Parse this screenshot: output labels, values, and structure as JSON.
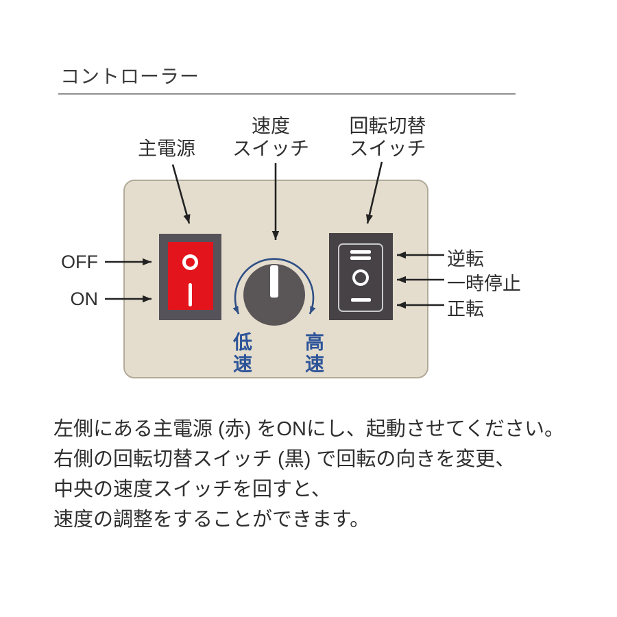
{
  "title": "コントローラー",
  "diagram": {
    "callouts": {
      "main_power": "主電源",
      "speed": {
        "line1": "速度",
        "line2": "スイッチ"
      },
      "rotation": {
        "line1": "回転切替",
        "line2": "スイッチ"
      }
    },
    "power_switch": {
      "off": "OFF",
      "on": "ON"
    },
    "speed_knob": {
      "low": "低速",
      "high": "高速"
    },
    "rotation_switch": {
      "reverse": "逆転",
      "pause": "一時停止",
      "forward": "正転"
    }
  },
  "description": {
    "lines": [
      "左側にある主電源 (赤) をONにし、起動させてください。",
      "右側の回転切替スイッチ (黒) で回転の向きを変更、",
      "中央の速度スイッチを回すと、",
      "速度の調整をすることができます。"
    ]
  },
  "colors": {
    "panel_beige": "#e4ddcd",
    "power_red": "#e3141c",
    "frame_gray": "#56525a",
    "knob_gray": "#5a5557",
    "rotation_black": "#464245",
    "accent_blue": "#2d5499",
    "arc_blue": "#2f4f85",
    "arrow_black": "#222222"
  }
}
